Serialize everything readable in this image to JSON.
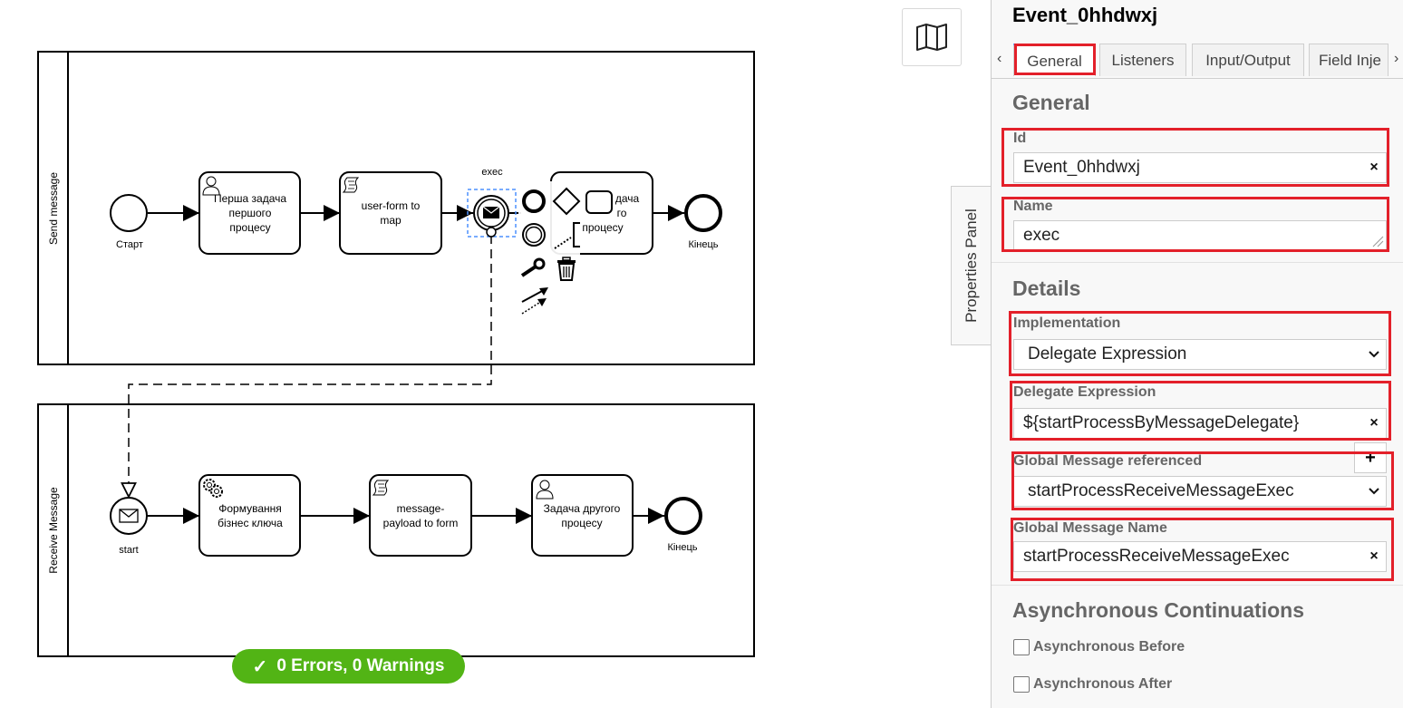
{
  "diagram": {
    "pool1": {
      "label": "Send message"
    },
    "pool2": {
      "label": "Receive Message"
    },
    "start_event1": {
      "label": "Старт"
    },
    "task1": {
      "line1": "Перша задача",
      "line2": "першого",
      "line3": "процесу"
    },
    "script_task1": {
      "line1": "user-form to",
      "line2": "map"
    },
    "message_event": {
      "label": "exec"
    },
    "hidden_task": {
      "line1": "дача",
      "line2": "го",
      "line3": "процесу"
    },
    "end_event1": {
      "label": "Кінець"
    },
    "start_event2": {
      "label": "start"
    },
    "service_task": {
      "line1": "Формування",
      "line2": "бізнес ключа"
    },
    "script_task2": {
      "line1": "message-",
      "line2": "payload to form"
    },
    "task2": {
      "line1": "Задача другого",
      "line2": "процесу"
    },
    "end_event2": {
      "label": "Кінець"
    }
  },
  "minimap": {
    "icon": "map-icon"
  },
  "panel_toggle": {
    "label": "Properties Panel"
  },
  "status": {
    "check": "✓",
    "text": "0 Errors, 0 Warnings",
    "color": "#52b415"
  },
  "props": {
    "title": "Event_0hhdwxj",
    "tabs": [
      {
        "label": "General"
      },
      {
        "label": "Listeners"
      },
      {
        "label": "Input/Output"
      },
      {
        "label": "Field Inje"
      }
    ],
    "tab_prev": "‹",
    "tab_next": "›",
    "general_title": "General",
    "id_label": "Id",
    "id_value": "Event_0hhdwxj",
    "name_label": "Name",
    "name_value": "exec",
    "details_title": "Details",
    "implementation_label": "Implementation",
    "implementation_value": "Delegate Expression",
    "delegate_label": "Delegate Expression",
    "delegate_value": "${startProcessByMessageDelegate}",
    "global_msg_ref_label": "Global Message referenced",
    "global_msg_ref_value": "startProcessReceiveMessageExec",
    "global_msg_name_label": "Global Message Name",
    "global_msg_name_value": "startProcessReceiveMessageExec",
    "async_title": "Asynchronous Continuations",
    "async_before": "Asynchronous Before",
    "async_after": "Asynchronous After",
    "clear": "×",
    "add": "+"
  },
  "colors": {
    "highlight": "#e3202a",
    "tab_accent": "#4d90fe"
  }
}
